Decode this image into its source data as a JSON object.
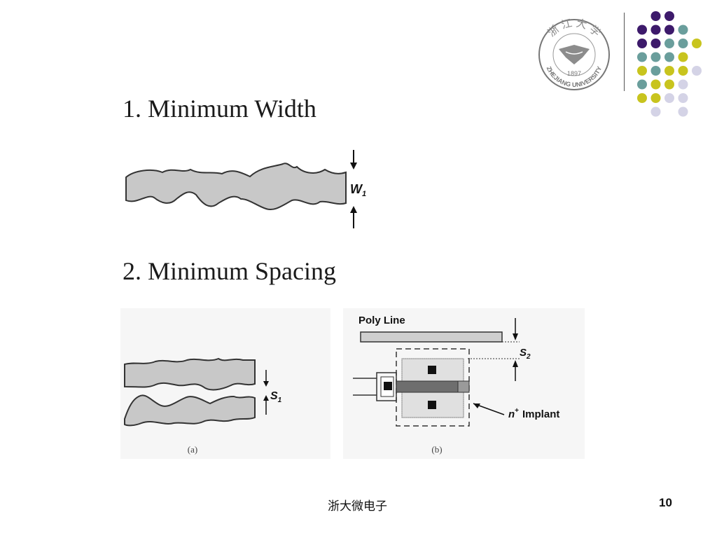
{
  "slide": {
    "heading1": "1. Minimum Width",
    "heading2": "2. Minimum Spacing",
    "footer_text": "浙大微电子",
    "page_number": "10"
  },
  "logo": {
    "seal_top": "浙 江 大 学",
    "seal_year": "1897",
    "seal_bottom": "ZHEJIANG UNIVERSITY"
  },
  "figure_width": {
    "w_label": "W",
    "w_sub": "1"
  },
  "figure_spacing_a": {
    "s_label": "S",
    "s_sub": "1",
    "caption": "(a)"
  },
  "figure_spacing_b": {
    "poly_line_label": "Poly Line",
    "s_label": "S",
    "s_sub": "2",
    "implant_prefix": "n",
    "implant_sup": "+",
    "implant_label": "Implant",
    "caption": "(b)"
  },
  "colors": {
    "purple": "#3d1a6b",
    "teal": "#6a9e9c",
    "yellow": "#c8c41e",
    "lavender": "#d4d3e6",
    "figure_fill": "#c8c8c8"
  }
}
